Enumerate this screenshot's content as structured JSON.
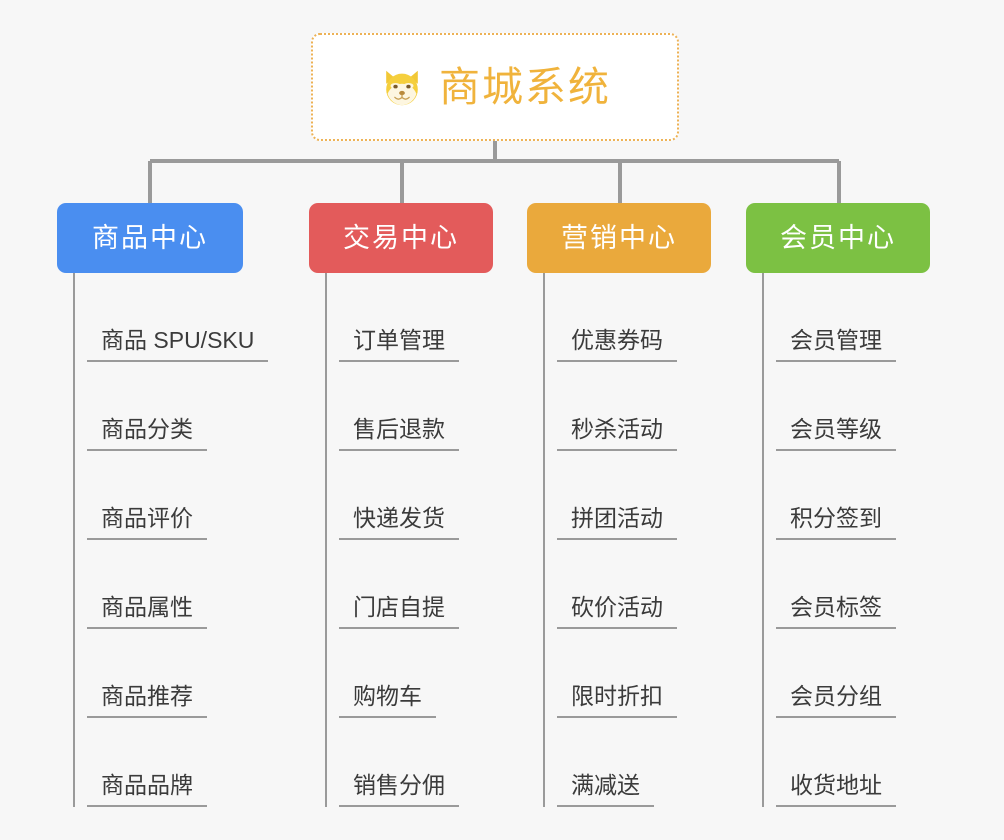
{
  "canvas": {
    "background_color": "#f7f7f7",
    "line_color": "#9a9a9a"
  },
  "root": {
    "title": "商城系统",
    "icon": "shiba-dog-face-emoji",
    "text_color": "#f0b33c",
    "border_color": "#edb256",
    "background_color": "#ffffff"
  },
  "branches": [
    {
      "label": "商品中心",
      "color": "#4a8ef0",
      "items": [
        "商品 SPU/SKU",
        "商品分类",
        "商品评价",
        "商品属性",
        "商品推荐",
        "商品品牌"
      ]
    },
    {
      "label": "交易中心",
      "color": "#e35b5b",
      "items": [
        "订单管理",
        "售后退款",
        "快递发货",
        "门店自提",
        "购物车",
        "销售分佣"
      ]
    },
    {
      "label": "营销中心",
      "color": "#eaa93c",
      "items": [
        "优惠券码",
        "秒杀活动",
        "拼团活动",
        "砍价活动",
        "限时折扣",
        "满减送"
      ]
    },
    {
      "label": "会员中心",
      "color": "#7cc143",
      "items": [
        "会员管理",
        "会员等级",
        "积分签到",
        "会员标签",
        "会员分组",
        "收货地址"
      ]
    }
  ]
}
